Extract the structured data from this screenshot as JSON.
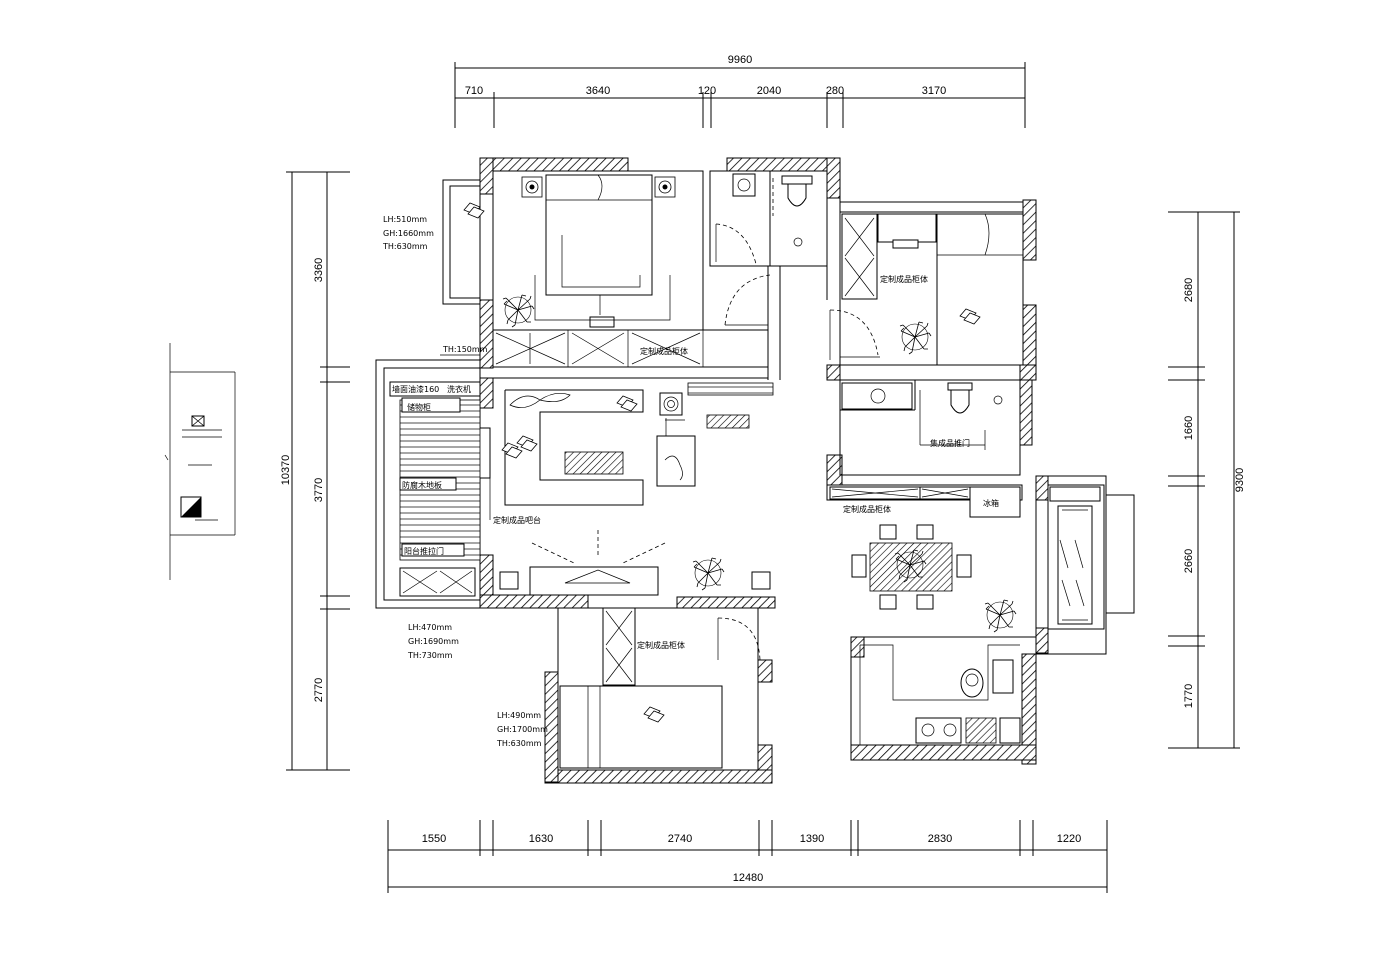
{
  "dimensions": {
    "top_total": "9960",
    "top_segments": [
      "710",
      "3640",
      "120",
      "2040",
      "280",
      "3170"
    ],
    "bottom_segments": [
      "1550",
      "1630",
      "2740",
      "1390",
      "2830",
      "1220"
    ],
    "bottom_total": "12480",
    "left_total": "10370",
    "left_segments": [
      "3360",
      "3770",
      "2770"
    ],
    "right_total": "9300",
    "right_segments": [
      "2680",
      "1660",
      "2660",
      "1770"
    ]
  },
  "labels": {
    "master_window": [
      "LH:510mm",
      "GH:1660mm",
      "TH:630mm"
    ],
    "balcony_window": [
      "LH:470mm",
      "GH:1690mm",
      "TH:730mm"
    ],
    "small_bed_window": [
      "LH:490mm",
      "GH:1700mm",
      "TH:630mm"
    ],
    "th_note": "TH:150mm",
    "wall_note_1": "墙面油漆160",
    "wall_note_2": "洗衣机",
    "wall_note_3": "储物柜",
    "floor_note": "防腐木地板",
    "balcony_bottom": "阳台推拉门",
    "wardrobe_master": "定制成品柜体",
    "bar_counter": "定制成品吧台",
    "wardrobe_second": "定制成品柜体",
    "bath_door": "集成品推门",
    "dining_cabinet": "定制成品柜体",
    "fridge": "冰箱",
    "wardrobe_small": "定制成品柜体"
  },
  "icons": [
    "plant-icon",
    "pillow-icon",
    "lamp-icon",
    "toilet-icon",
    "sink-icon",
    "stove-icon",
    "person-icon"
  ]
}
